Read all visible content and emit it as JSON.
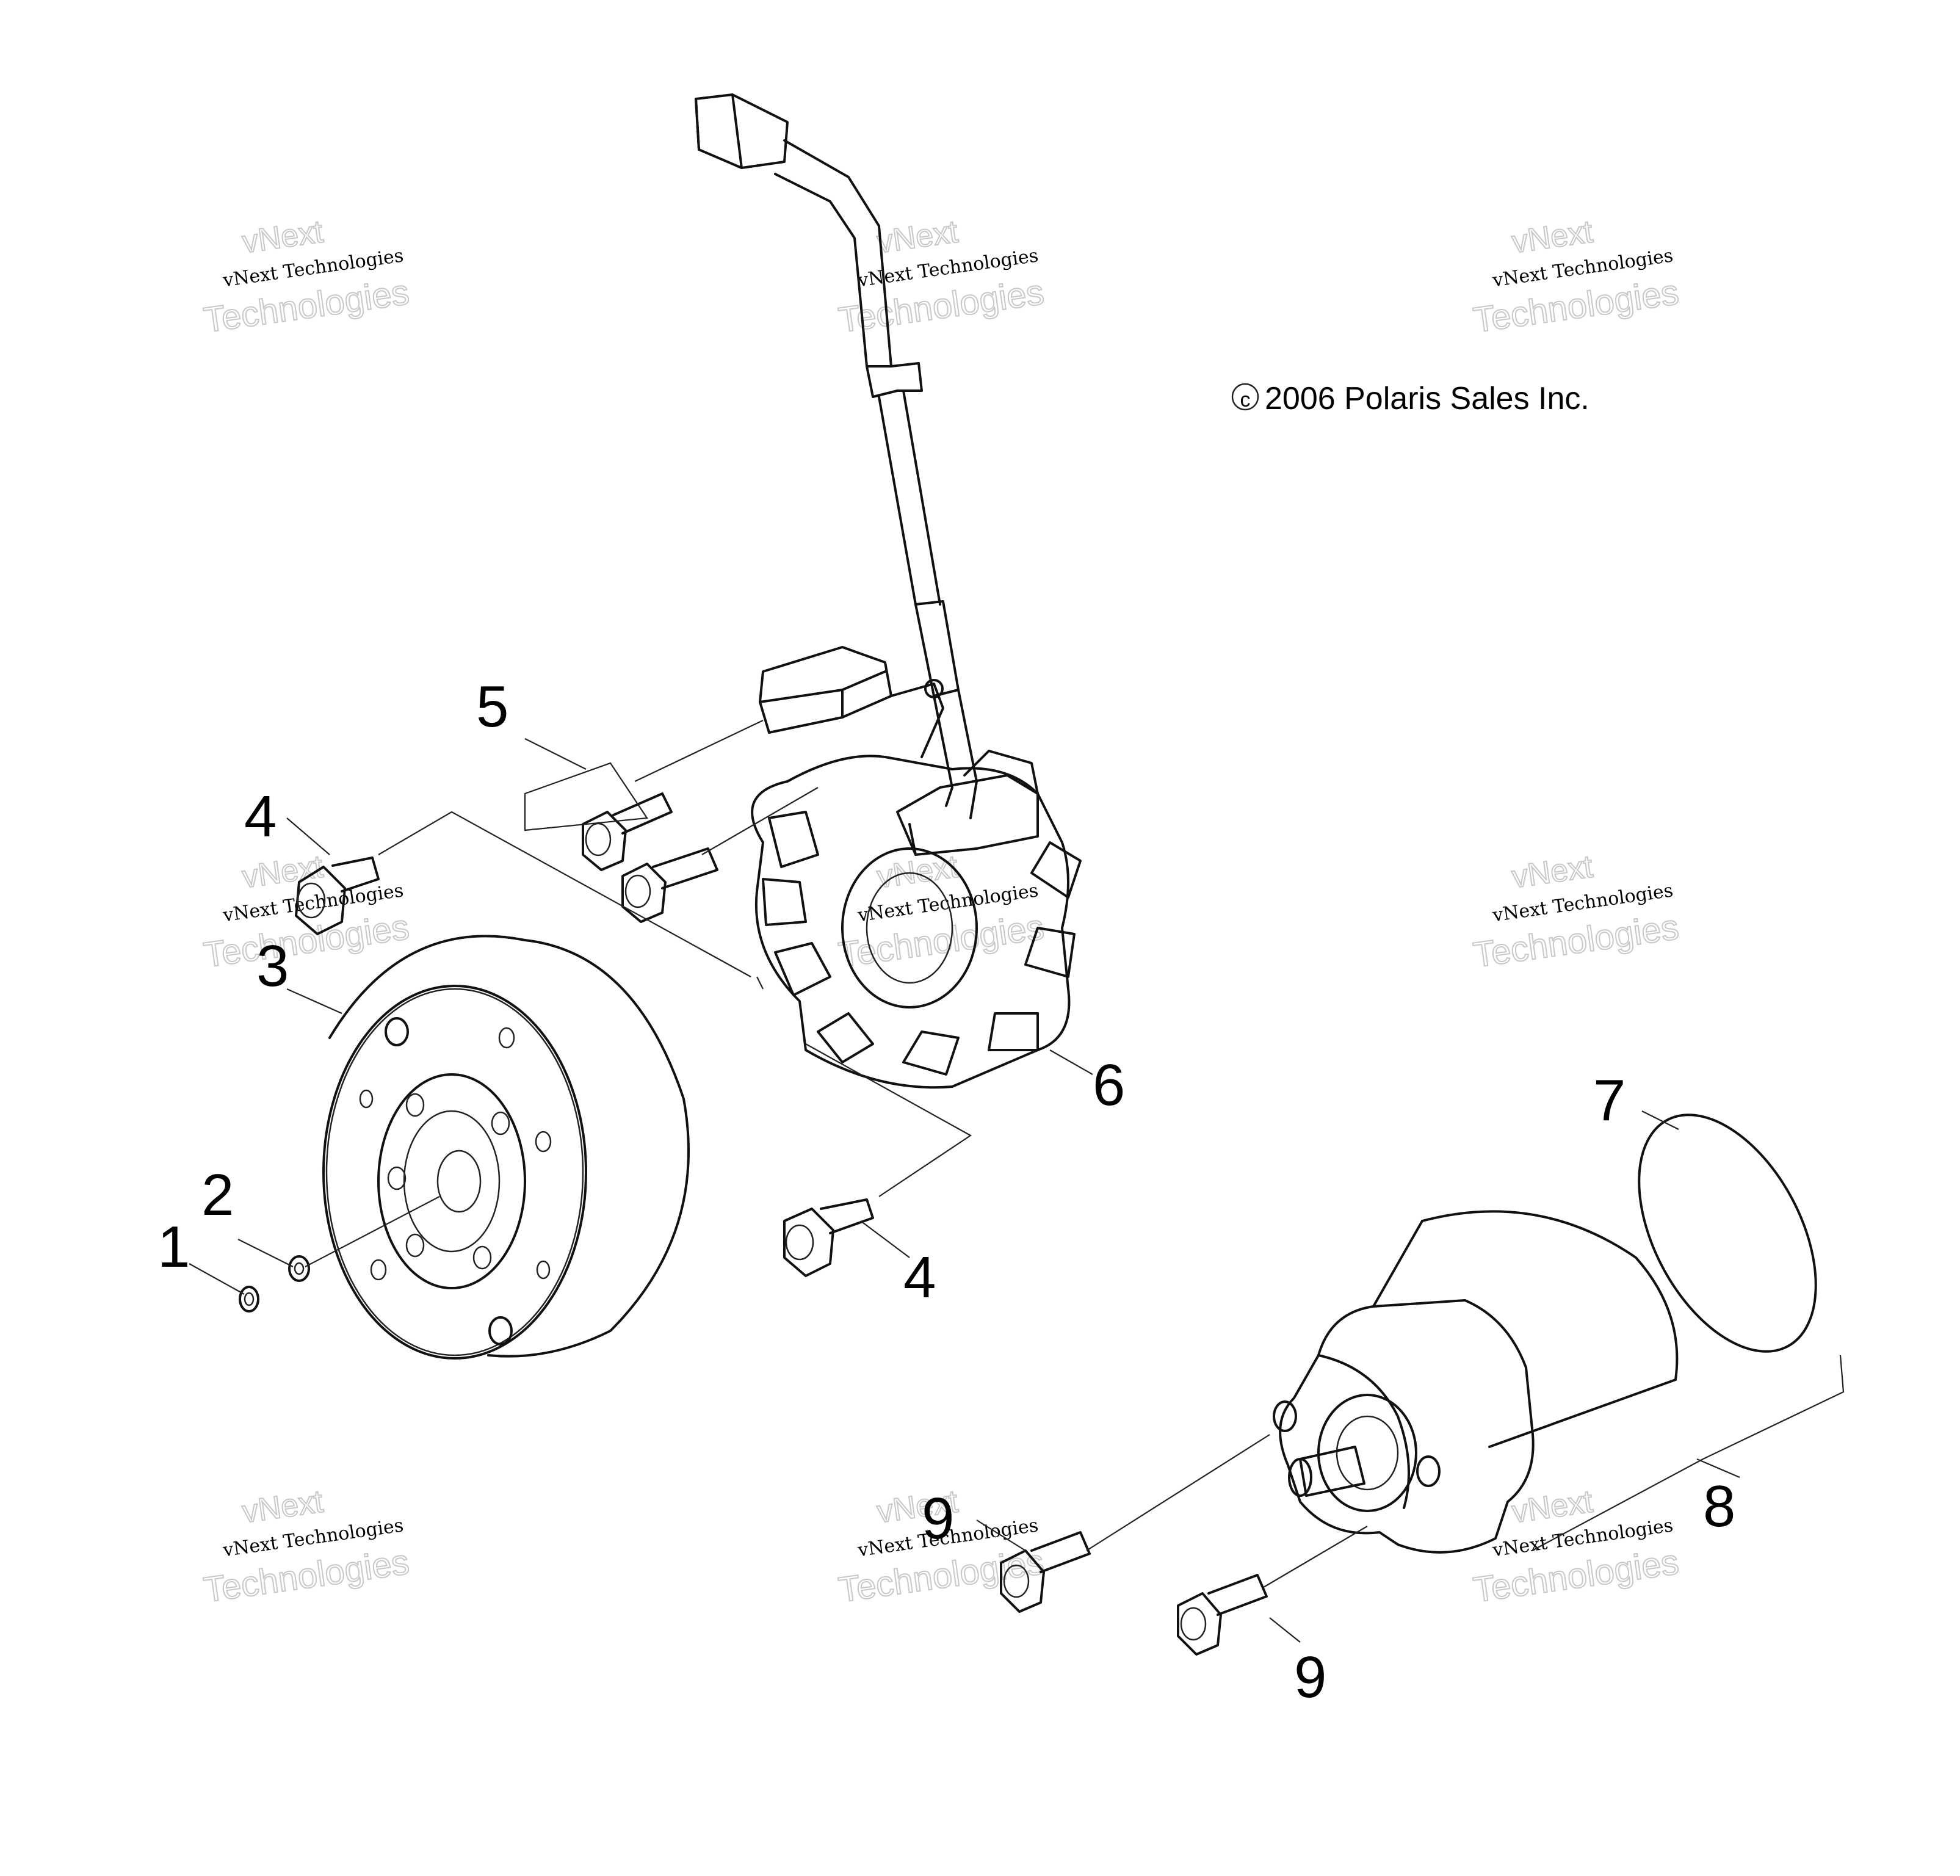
{
  "copyright": "2006 Polaris Sales Inc.",
  "copyright_symbol": "c",
  "callouts": [
    "1",
    "2",
    "3",
    "4",
    "4",
    "5",
    "6",
    "7",
    "8",
    "9",
    "9"
  ],
  "watermark": {
    "brand": "vNext",
    "line": "vNext Technologies",
    "big": "Technologies"
  },
  "colors": {
    "line": "#111111",
    "watermark": "#c8c8c8",
    "background": "#ffffff"
  }
}
